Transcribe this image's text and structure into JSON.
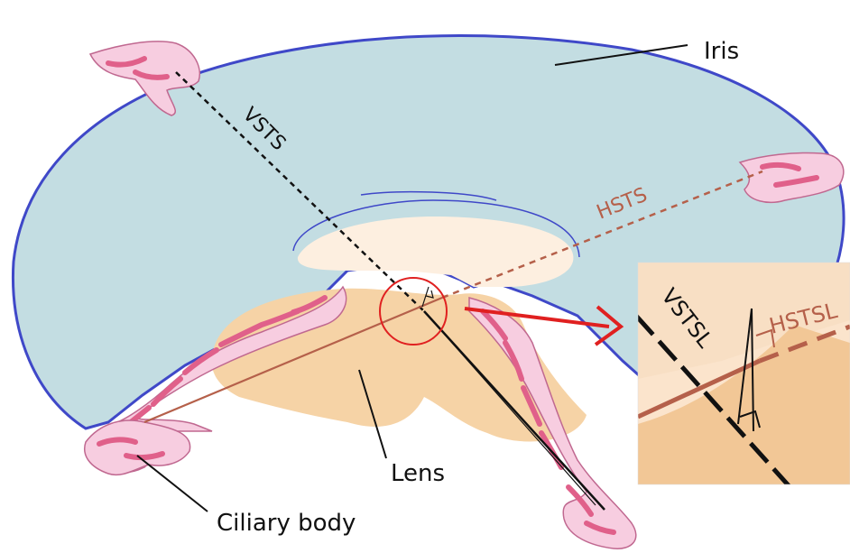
{
  "labels": {
    "iris": "Iris",
    "lens": "Lens",
    "ciliary_body": "Ciliary body",
    "vsts": "VSTS",
    "hsts": "HSTS",
    "inset_vstsl": "VSTSL",
    "inset_hstsl": "HSTSL"
  },
  "colors": {
    "iris_fill": "#c3dde2",
    "iris_outline": "#3f48c8",
    "pupil_fill": "#fdefe0",
    "lens_fill": "#f6d3a6",
    "ciliary_fill": "#f7cde0",
    "ciliary_spots": "#e0608a",
    "vsts_line": "#111111",
    "hsts_line": "#b5604a",
    "highlight_red": "#e02020"
  }
}
